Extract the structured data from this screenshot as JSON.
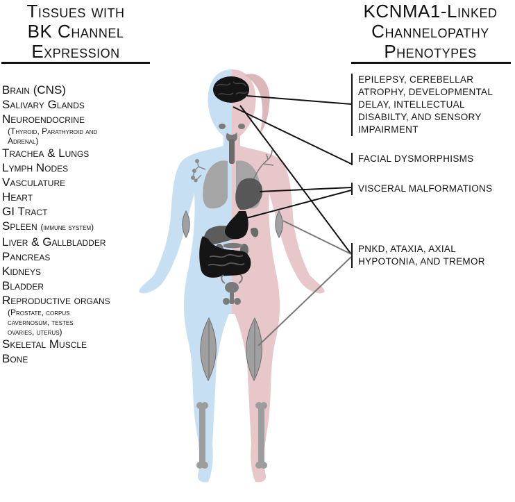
{
  "left_heading": {
    "lines": [
      "Tissues with",
      "BK Channel",
      "Expression"
    ]
  },
  "right_heading": {
    "lines": [
      "KCNMA1-Linked",
      "Channelopathy",
      "Phenotypes"
    ]
  },
  "tissues": [
    {
      "name": "Brain (CNS)"
    },
    {
      "name": "Salivary Glands"
    },
    {
      "name": "Neuroendocrine",
      "detail": "(Thyroid, Parathyroid and\nAdrenal)"
    },
    {
      "name": "Trachea & Lungs"
    },
    {
      "name": "Lymph Nodes"
    },
    {
      "name": "Vasculature"
    },
    {
      "name": "Heart"
    },
    {
      "name": "GI Tract"
    },
    {
      "name": "Spleen",
      "sub": "(immune system)"
    },
    {
      "name": "Liver & Gallbladder"
    },
    {
      "name": "Pancreas"
    },
    {
      "name": "Kidneys"
    },
    {
      "name": "Bladder"
    },
    {
      "name": "Reproductive organs",
      "detail": "(Prostate, corpus\ncavernosum, testes\novaries, uterus)"
    },
    {
      "name": "Skeletal Muscle"
    },
    {
      "name": "Bone"
    }
  ],
  "phenotypes": [
    "Epilepsy, cerebellar\natrophy, developmental\ndelay, intellectual\ndisabilty, and sensory\nimpairment",
    "Facial dysmorphisms",
    "Visceral malformations",
    "PNKD, ataxia, axial\nhypotonia, and tremor"
  ],
  "colors": {
    "body_left": "#c7dff2",
    "body_right": "#e7c7c9",
    "organ_dark": "#151515",
    "organ_gray": "#7a7a7a",
    "organ_light": "#a5a5a5"
  }
}
